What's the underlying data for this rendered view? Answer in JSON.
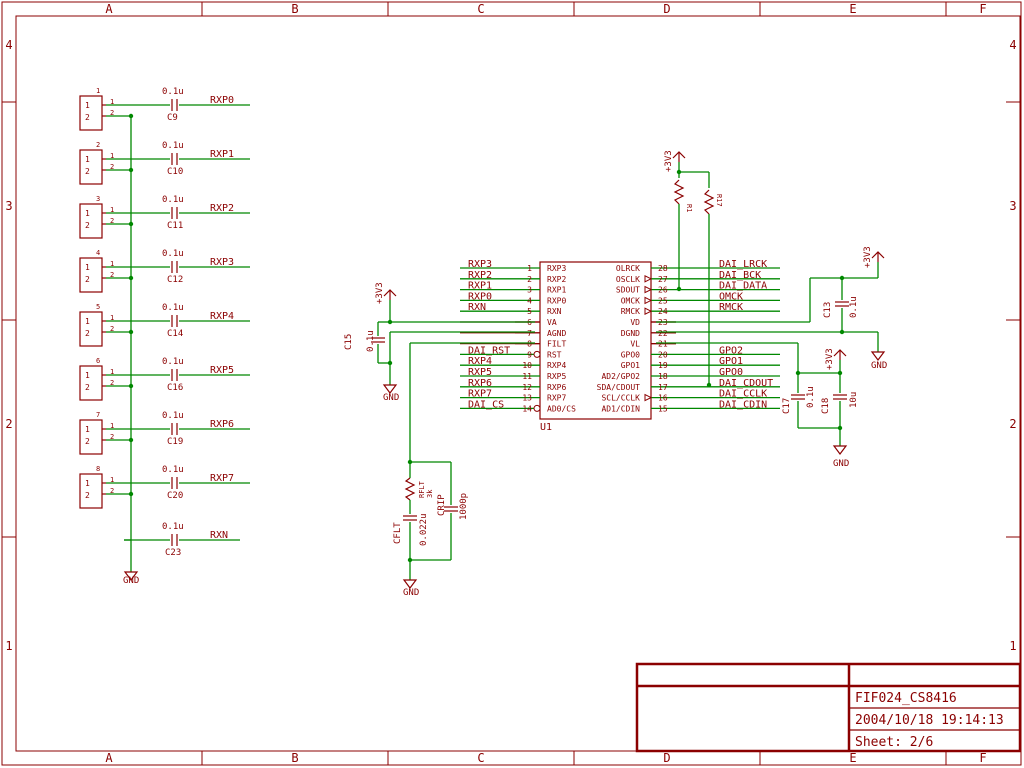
{
  "frame": {
    "columns": [
      "A",
      "B",
      "C",
      "D",
      "E",
      "F"
    ],
    "rows": [
      "4",
      "3",
      "2",
      "1"
    ]
  },
  "title_block": {
    "title": "FIF024_CS8416",
    "datetime": "2004/10/18 19:14:13",
    "sheet": "Sheet: 2/6"
  },
  "connectors": [
    {
      "num": "1",
      "pin1": "1",
      "pin2": "2",
      "cap_value": "0.1u",
      "cap_ref": "C9",
      "net": "RXP0"
    },
    {
      "num": "2",
      "pin1": "1",
      "pin2": "2",
      "cap_value": "0.1u",
      "cap_ref": "C10",
      "net": "RXP1"
    },
    {
      "num": "3",
      "pin1": "1",
      "pin2": "2",
      "cap_value": "0.1u",
      "cap_ref": "C11",
      "net": "RXP2"
    },
    {
      "num": "4",
      "pin1": "1",
      "pin2": "2",
      "cap_value": "0.1u",
      "cap_ref": "C12",
      "net": "RXP3"
    },
    {
      "num": "5",
      "pin1": "1",
      "pin2": "2",
      "cap_value": "0.1u",
      "cap_ref": "C14",
      "net": "RXP4"
    },
    {
      "num": "6",
      "pin1": "1",
      "pin2": "2",
      "cap_value": "0.1u",
      "cap_ref": "C16",
      "net": "RXP5"
    },
    {
      "num": "7",
      "pin1": "1",
      "pin2": "2",
      "cap_value": "0.1u",
      "cap_ref": "C19",
      "net": "RXP6"
    },
    {
      "num": "8",
      "pin1": "1",
      "pin2": "2",
      "cap_value": "0.1u",
      "cap_ref": "C20",
      "net": "RXP7"
    }
  ],
  "rxn_cap": {
    "value": "0.1u",
    "ref": "C23",
    "net": "RXN"
  },
  "left_gnd": "GND",
  "chip": {
    "ref": "U1",
    "left_pins": [
      {
        "num": "1",
        "name": "RXP3",
        "net": "RXP3"
      },
      {
        "num": "2",
        "name": "RXP2",
        "net": "RXP2"
      },
      {
        "num": "3",
        "name": "RXP1",
        "net": "RXP1"
      },
      {
        "num": "4",
        "name": "RXP0",
        "net": "RXP0"
      },
      {
        "num": "5",
        "name": "RXN",
        "net": "RXN"
      },
      {
        "num": "6",
        "name": "VA",
        "net": ""
      },
      {
        "num": "7",
        "name": "AGND",
        "net": ""
      },
      {
        "num": "8",
        "name": "FILT",
        "net": ""
      },
      {
        "num": "9",
        "name": "RST",
        "net": "DAI_RST"
      },
      {
        "num": "10",
        "name": "RXP4",
        "net": "RXP4"
      },
      {
        "num": "11",
        "name": "RXP5",
        "net": "RXP5"
      },
      {
        "num": "12",
        "name": "RXP6",
        "net": "RXP6"
      },
      {
        "num": "13",
        "name": "RXP7",
        "net": "RXP7"
      },
      {
        "num": "14",
        "name": "AD0/CS",
        "net": "DAI_CS"
      }
    ],
    "right_pins": [
      {
        "num": "28",
        "name": "OLRCK",
        "net": "DAI_LRCK"
      },
      {
        "num": "27",
        "name": "OSCLK",
        "net": "DAI_BCK"
      },
      {
        "num": "26",
        "name": "SDOUT",
        "net": "DAI_DATA"
      },
      {
        "num": "25",
        "name": "OMCK",
        "net": "OMCK"
      },
      {
        "num": "24",
        "name": "RMCK",
        "net": "RMCK"
      },
      {
        "num": "23",
        "name": "VD",
        "net": ""
      },
      {
        "num": "22",
        "name": "DGND",
        "net": ""
      },
      {
        "num": "21",
        "name": "VL",
        "net": ""
      },
      {
        "num": "20",
        "name": "GPO0",
        "net": "GPO2"
      },
      {
        "num": "19",
        "name": "GPO1",
        "net": "GPO1"
      },
      {
        "num": "18",
        "name": "AD2/GPO2",
        "net": "GPO0"
      },
      {
        "num": "17",
        "name": "SDA/CDOUT",
        "net": "DAI_CDOUT"
      },
      {
        "num": "16",
        "name": "SCL/CCLK",
        "net": "DAI_CCLK"
      },
      {
        "num": "15",
        "name": "AD1/CDIN",
        "net": "DAI_CDIN"
      }
    ]
  },
  "c15": {
    "ref": "C15",
    "value": "0.1u",
    "supply": "+3V3",
    "gnd": "GND"
  },
  "pullups": {
    "supply": "+3V3",
    "r1": "R1",
    "r2": "R17"
  },
  "c13": {
    "ref": "C13",
    "value": "0.1u",
    "supply": "+3V3",
    "gnd": "GND"
  },
  "c17_c18": {
    "c17_ref": "C17",
    "c17_value": "0.1u",
    "c18_ref": "C18",
    "c18_value": "10u",
    "supply": "+3V3",
    "gnd": "GND"
  },
  "filter": {
    "r_ref": "RFLT",
    "r_value": "3k",
    "c_ref": "CFLT",
    "c_value": "0.022u",
    "cp_ref": "CRIP",
    "cp_value": "1000p",
    "gnd": "GND"
  }
}
